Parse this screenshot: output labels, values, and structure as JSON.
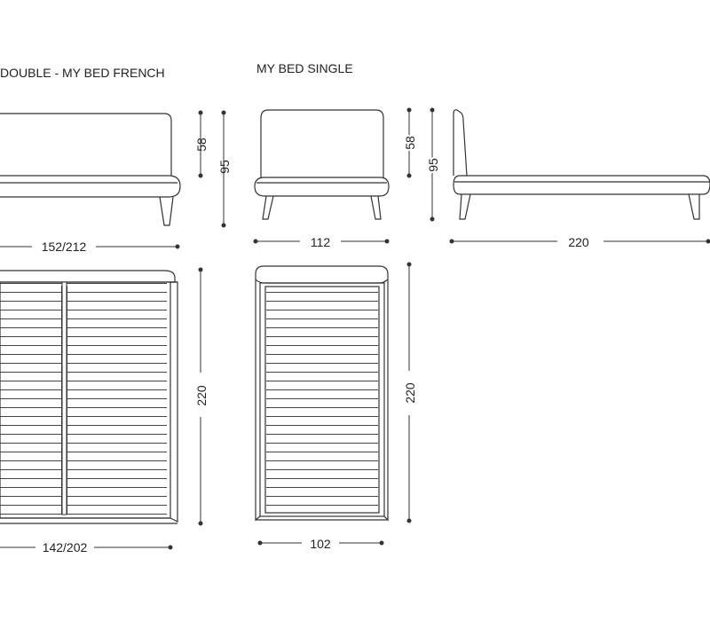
{
  "titles": {
    "double": "DOUBLE - MY BED FRENCH",
    "single": "MY BED SINGLE"
  },
  "dims": {
    "double_front_width": "152/212",
    "double_front_back_height": "58",
    "double_front_total_height": "95",
    "double_top_length": "220",
    "double_top_width": "142/202",
    "single_front_width": "112",
    "single_front_back_height": "58",
    "single_front_total_height": "95",
    "single_side_length": "220",
    "single_top_length": "220",
    "single_top_width": "102"
  },
  "colors": {
    "line": "#333333",
    "text": "#222222"
  }
}
